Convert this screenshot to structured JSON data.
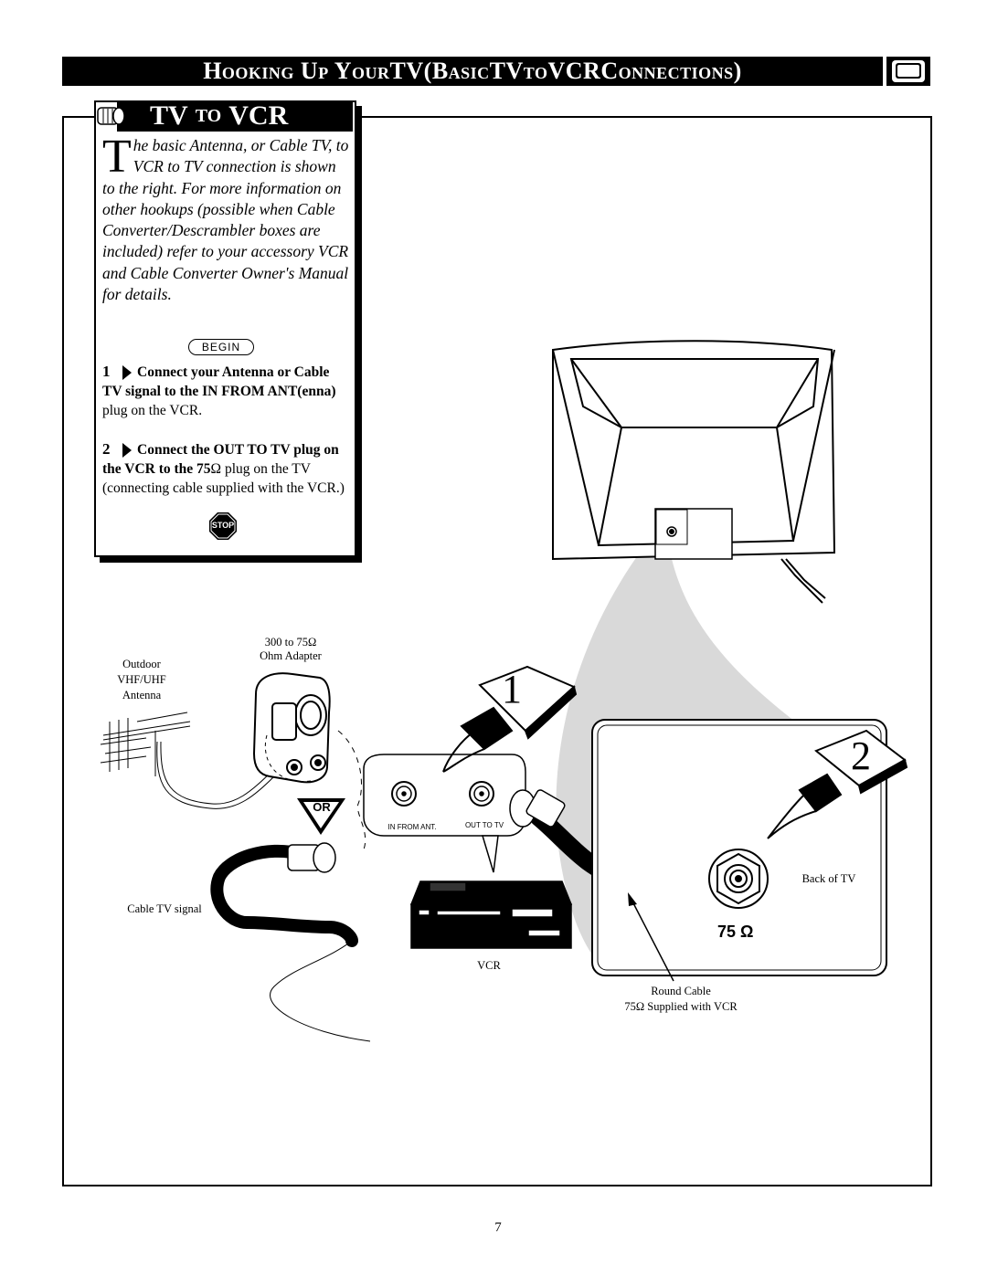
{
  "header": {
    "title_part1": "Hooking Up Your ",
    "title_tv": "TV",
    "title_part2": " (Basic ",
    "title_tv2": "TV",
    "title_to": " to ",
    "title_vcr": "VCR",
    "title_part3": " Connections)"
  },
  "panel": {
    "title_tv": "TV",
    "title_to": "TO",
    "title_vcr": "VCR",
    "dropcap": "T",
    "intro": "he basic Antenna, or Cable TV, to VCR to TV connection is shown to the right. For more information on other hookups (possible when Cable Converter/Descrambler boxes are included) refer to your accessory VCR and Cable Converter Owner's Manual for details.",
    "begin": "BEGIN",
    "step1_num": "1",
    "step1_bold": "Connect your Antenna or Cable TV signal to the IN FROM ANT(enna)",
    "step1_rest": " plug on the VCR.",
    "step2_num": "2",
    "step2_bold": "Connect the OUT TO TV plug on the VCR to the 75",
    "step2_ohm": "Ω",
    "step2_rest": " plug on the TV (connecting cable supplied with the VCR.)",
    "stop": "STOP"
  },
  "diagram": {
    "adapter_label_1": "300 to 75Ω",
    "adapter_label_2": "Ohm Adapter",
    "antenna_label_1": "Outdoor",
    "antenna_label_2": "VHF/UHF",
    "antenna_label_3": "Antenna",
    "or_label": "OR",
    "cable_tv_signal": "Cable TV signal",
    "in_from_ant": "IN FROM ANT.",
    "out_to_tv": "OUT TO TV",
    "vcr_label": "VCR",
    "callout_1": "1",
    "callout_2": "2",
    "back_of_tv": "Back of TV",
    "ohm_75": "75 Ω",
    "round_cable_1": "Round Cable",
    "round_cable_2": "75Ω Supplied with VCR"
  },
  "page_number": "7"
}
